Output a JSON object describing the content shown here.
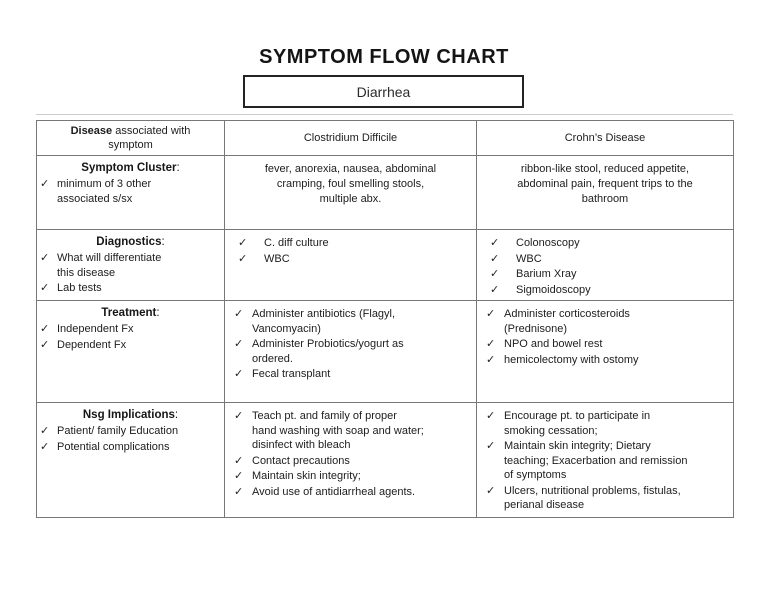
{
  "title": "SYMPTOM FLOW CHART",
  "symptom_box": {
    "label": "Diarrhea"
  },
  "icons": {
    "checkmark": "✓"
  },
  "punct": {
    "colon": ":"
  },
  "colors": {
    "background": "#ffffff",
    "text": "#1a1a1a",
    "table_border": "#777777",
    "top_rule": "#cccccc",
    "box_border": "#232323"
  },
  "table": {
    "columns": {
      "disease_bold": "Disease",
      "disease_rest": " associated with\nsymptom",
      "cdiff": "Clostridium Difficile",
      "crohns": "Crohn’s Disease"
    },
    "rows": [
      {
        "label_title": "Symptom Cluster",
        "label_items": [
          "minimum of 3 other\nassociated s/sx"
        ],
        "cdiff_text": "fever, anorexia, nausea, abdominal\ncramping, foul smelling stools,\nmultiple abx.",
        "crohns_text": "ribbon-like stool, reduced appetite,\nabdominal pain, frequent trips to the\nbathroom"
      },
      {
        "label_title": "Diagnostics",
        "label_items": [
          "What will differentiate\nthis disease",
          "Lab tests"
        ],
        "cdiff_items": [
          "C. diff culture",
          "WBC"
        ],
        "crohns_items": [
          "Colonoscopy",
          "WBC",
          "Barium Xray",
          "Sigmoidoscopy"
        ]
      },
      {
        "label_title": "Treatment",
        "label_items": [
          "Independent Fx",
          "Dependent Fx"
        ],
        "cdiff_items": [
          "Administer antibiotics (Flagyl,\nVancomyacin)",
          "Administer Probiotics/yogurt as\nordered.",
          "Fecal transplant"
        ],
        "crohns_items": [
          "Administer corticosteroids\n(Prednisone)",
          "NPO and bowel rest",
          "hemicolectomy with ostomy"
        ]
      },
      {
        "label_title": "Nsg Implications",
        "label_items": [
          "Patient/ family Education",
          "Potential complications"
        ],
        "cdiff_items": [
          "Teach pt. and family of proper\nhand washing with soap and water;\ndisinfect with bleach",
          "Contact precautions",
          "Maintain skin integrity;",
          "Avoid use of antidiarrheal agents."
        ],
        "crohns_items": [
          "Encourage pt. to participate in\nsmoking cessation;",
          "Maintain skin integrity; Dietary\nteaching; Exacerbation and remission\nof symptoms",
          "Ulcers, nutritional problems, fistulas,\nperianal disease"
        ]
      }
    ]
  }
}
